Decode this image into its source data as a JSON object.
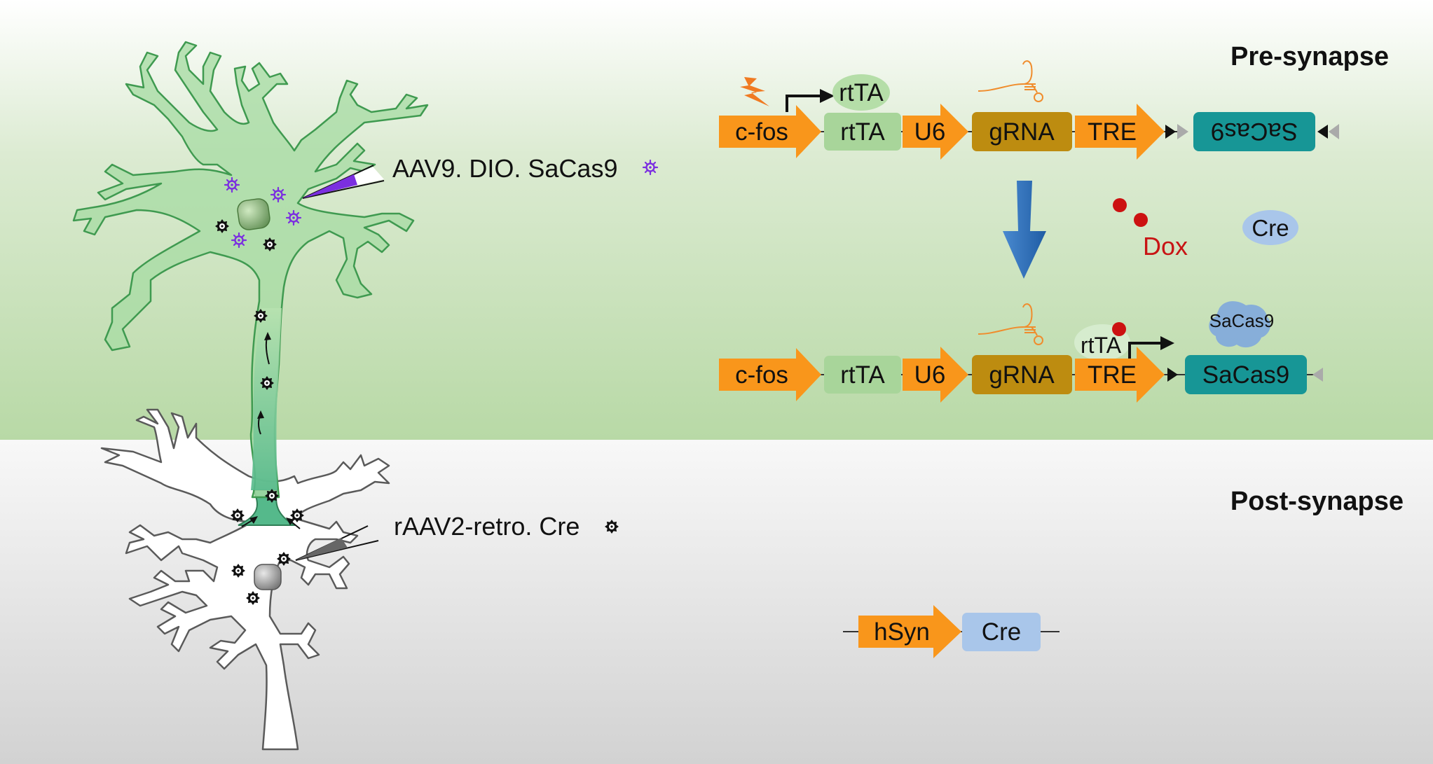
{
  "sections": {
    "pre": "Pre-synapse",
    "post": "Post-synapse"
  },
  "injections": {
    "pre_label": "AAV9. DIO. SaCas9",
    "post_label": "rAAV2-retro. Cre"
  },
  "construct_top": {
    "promoter1": "c-fos",
    "bubble": "rtTA",
    "gene1": "rtTA",
    "promoter2": "U6",
    "gene2": "gRNA",
    "promoter3": "TRE",
    "gene3_inverted": "SaCas9"
  },
  "free_factors": {
    "drug": "Dox",
    "recombinase": "Cre"
  },
  "construct_bottom": {
    "promoter1": "c-fos",
    "gene1": "rtTA",
    "promoter2": "U6",
    "gene2": "gRNA",
    "promoter3": "TRE",
    "bound": "rtTA",
    "protein": "SaCas9",
    "gene3": "SaCas9"
  },
  "construct_post": {
    "promoter": "hSyn",
    "gene": "Cre"
  },
  "colors": {
    "promoter_orange": "#f9961b",
    "rtta_green": "#a8d59a",
    "grna_gold": "#bd8c10",
    "sacas9_teal": "#179696",
    "cre_blue": "#a9c6ea",
    "dox_red": "#cc1111",
    "arrow_blue": "#2f6db5",
    "neuron_green": "#a9dca5",
    "virus_purple": "#7b2fe0"
  },
  "icons": [
    "lightning-icon",
    "virus-icon",
    "syringe-icon",
    "down-arrow-icon",
    "hairpin-rna-icon",
    "lox-site-icon"
  ]
}
